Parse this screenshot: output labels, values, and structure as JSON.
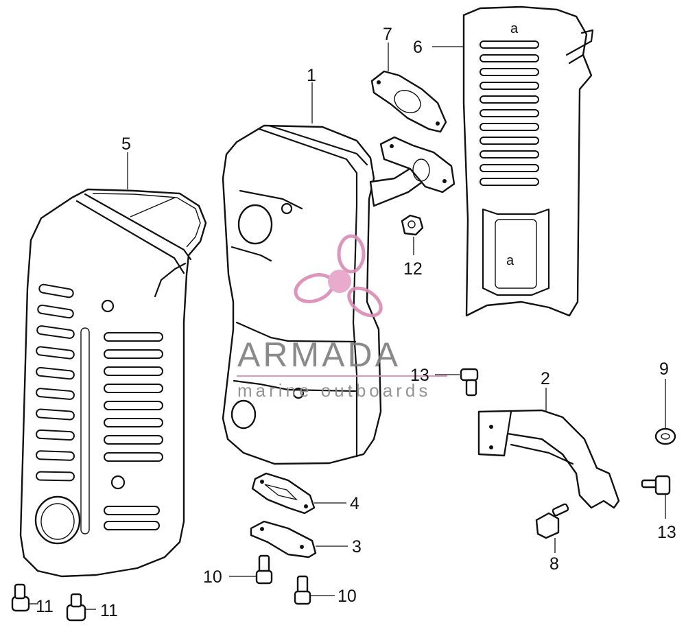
{
  "callouts": [
    {
      "id": "1",
      "label": "1"
    },
    {
      "id": "2",
      "label": "2"
    },
    {
      "id": "3",
      "label": "3"
    },
    {
      "id": "4",
      "label": "4"
    },
    {
      "id": "5",
      "label": "5"
    },
    {
      "id": "6",
      "label": "6"
    },
    {
      "id": "7",
      "label": "7"
    },
    {
      "id": "8",
      "label": "8"
    },
    {
      "id": "9",
      "label": "9"
    },
    {
      "id": "10a",
      "label": "10"
    },
    {
      "id": "10b",
      "label": "10"
    },
    {
      "id": "11a",
      "label": "11"
    },
    {
      "id": "11b",
      "label": "11"
    },
    {
      "id": "12",
      "label": "12"
    },
    {
      "id": "13a",
      "label": "13"
    },
    {
      "id": "13b",
      "label": "13"
    }
  ],
  "watermark": {
    "brand": "ARMADA",
    "tagline": "marine outboards",
    "logo_color": "#d98bb5",
    "logo_accent": "#e6a3c7"
  }
}
